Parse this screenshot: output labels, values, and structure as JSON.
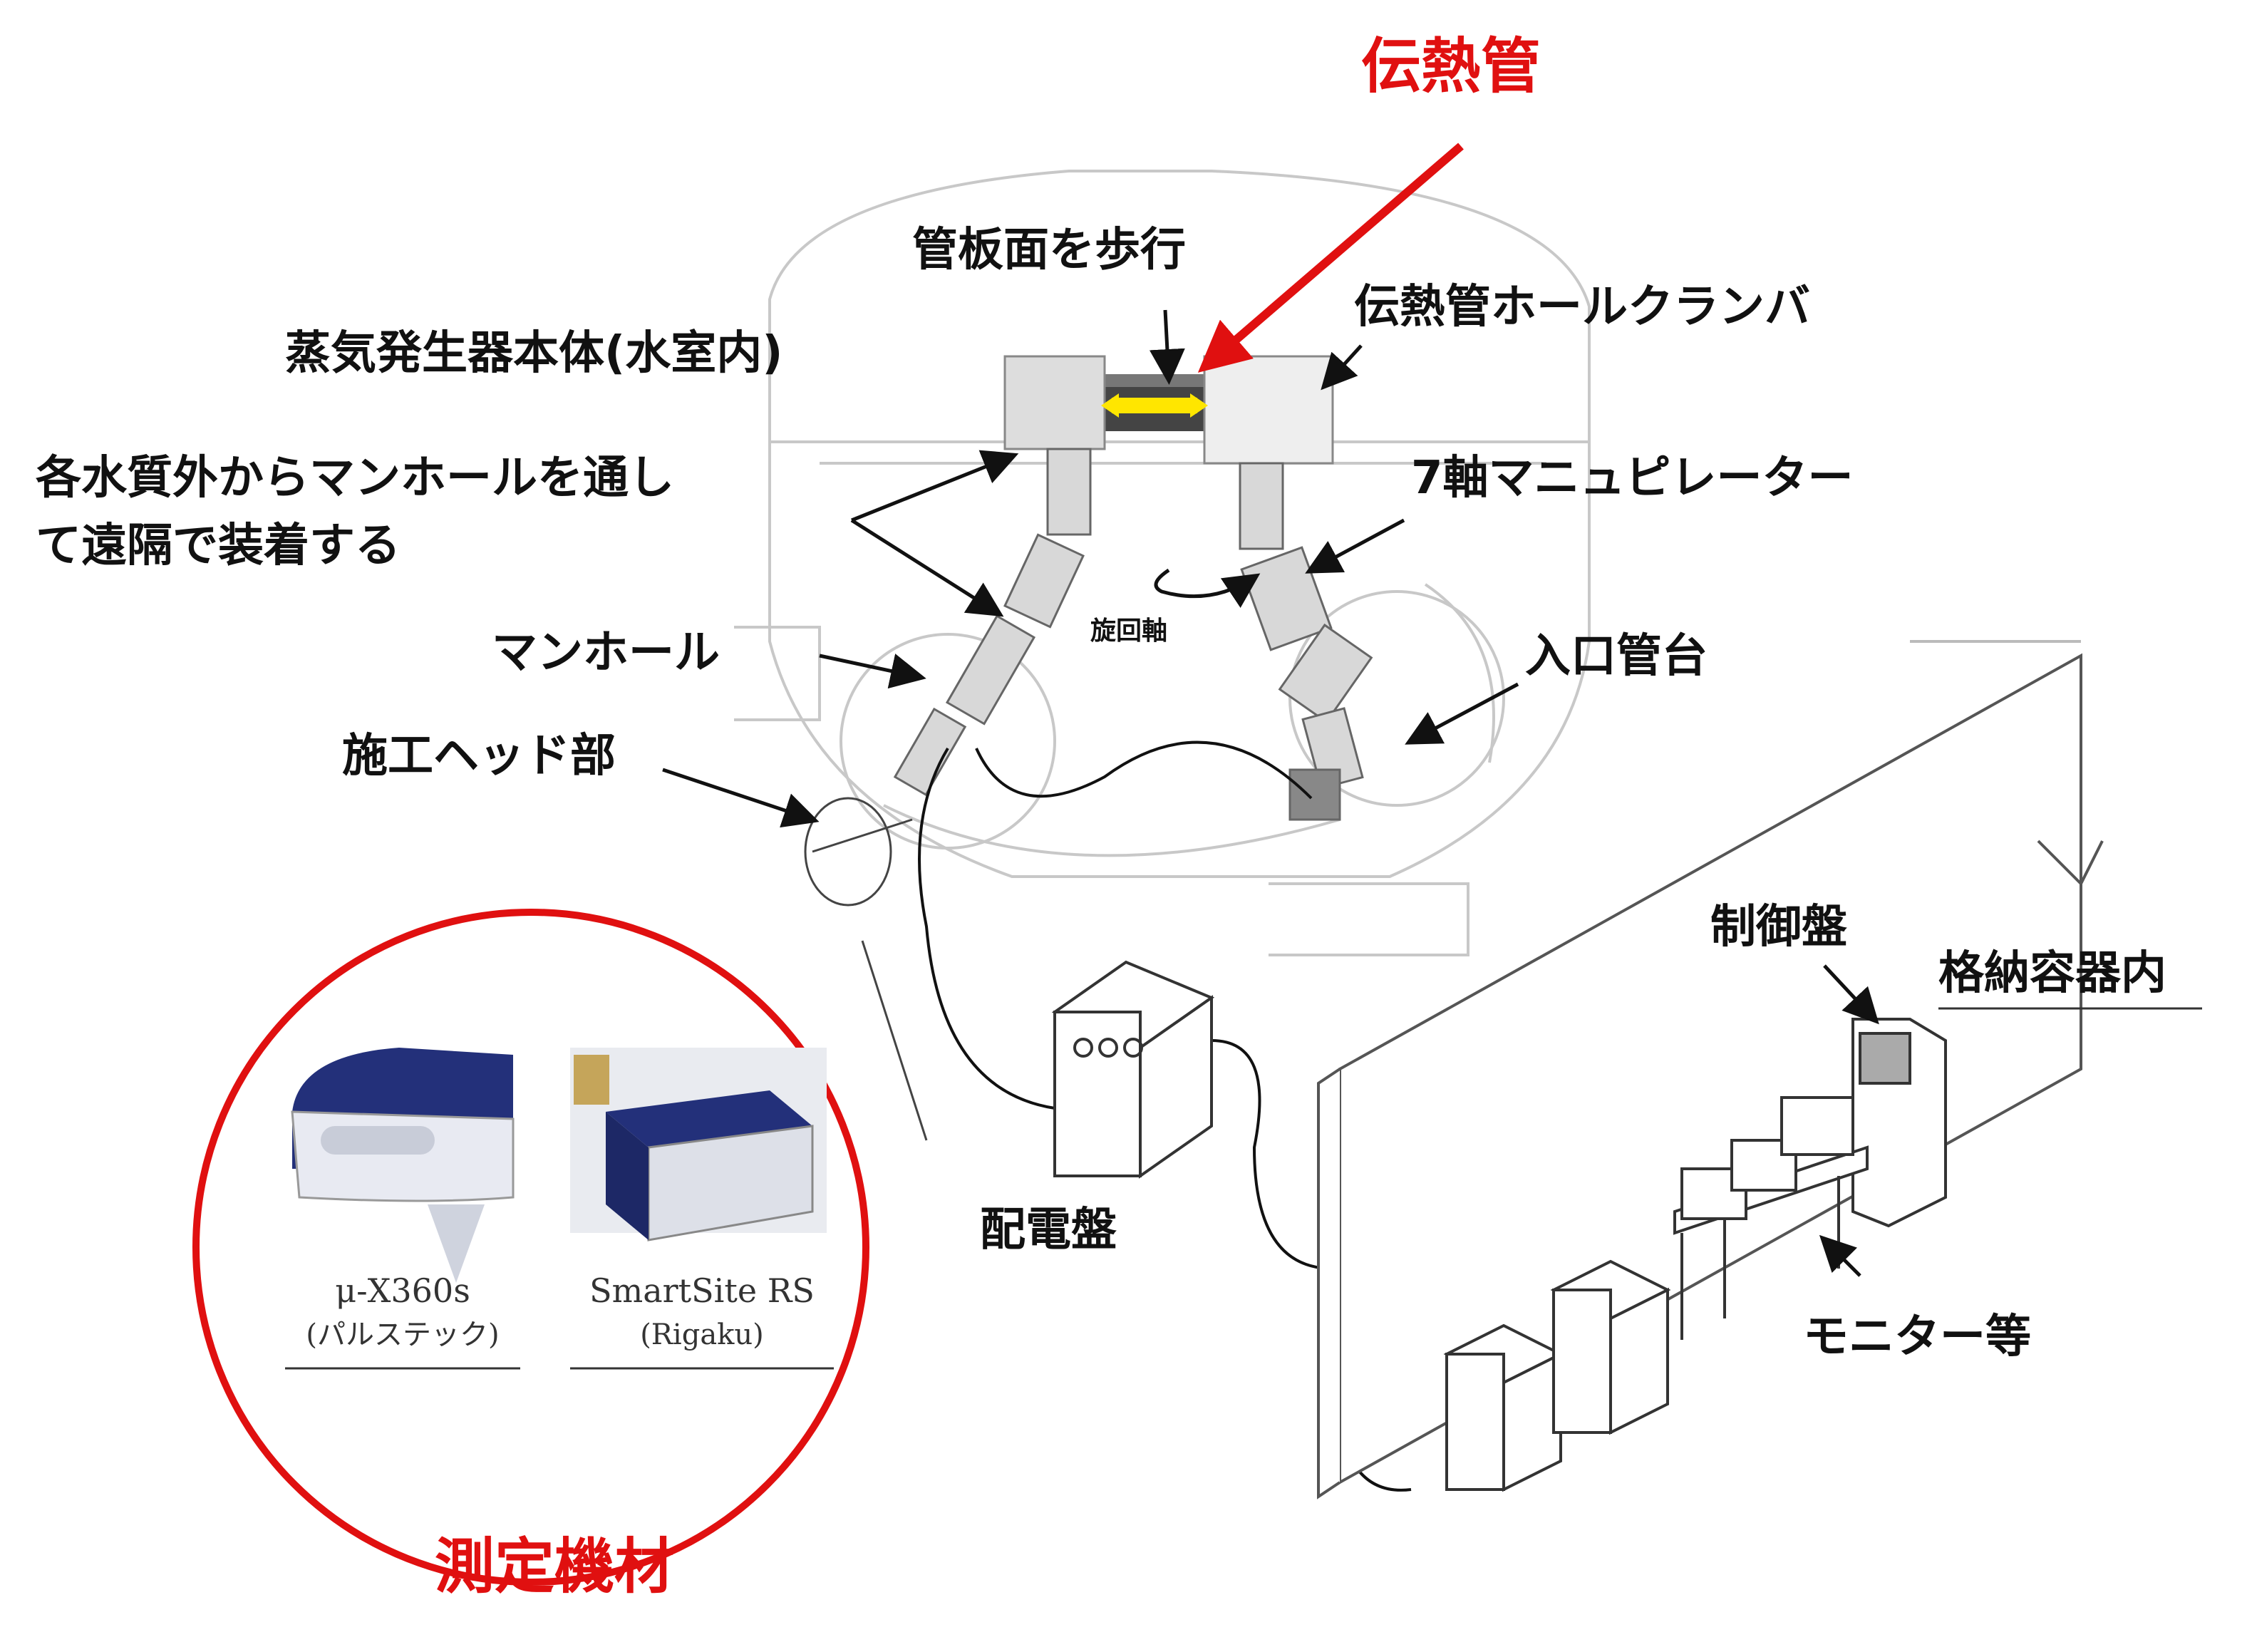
{
  "title_label": "伝熱管",
  "labels": {
    "tube_sheet_walk": "管板面を歩行",
    "sg_body": "蒸気発生器本体(水室内)",
    "clamper": "伝熱管ホールクランバ",
    "install_line1": "各水質外からマンホールを通し",
    "install_line2": "て遠隔で装着する",
    "manipulator": "7軸マニュピレーター",
    "rotation_axis": "旋回軸",
    "manhole": "マンホール",
    "inlet_nozzle": "入口管台",
    "head": "施工ヘッド部",
    "control_panel": "制御盤",
    "containment": "格納容器内",
    "distribution_board": "配電盤",
    "monitor": "モニター等",
    "measuring_equipment": "測定機材"
  },
  "devices": [
    {
      "name": "μ-X360s",
      "maker": "(パルステック)"
    },
    {
      "name": "SmartSite RS",
      "maker": "(Rigaku)"
    }
  ],
  "colors": {
    "accent_red": "#e01010",
    "arrow_yellow": "#ffe600",
    "navy": "#23307a"
  }
}
